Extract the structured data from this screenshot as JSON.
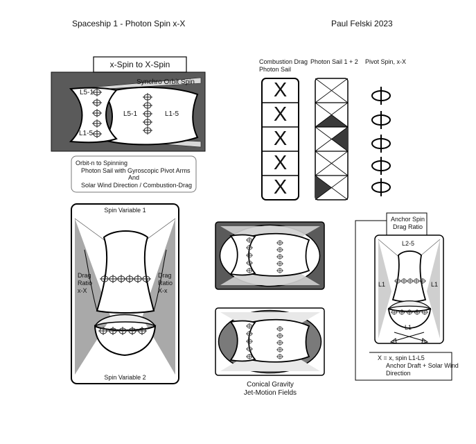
{
  "header": {
    "title": "Spaceship 1 - Photon Spin x-X",
    "author": "Paul Felski 2023"
  },
  "panel_top_left": {
    "heading": "x-Spin to X-Spin",
    "orbit_label": "Synchro Orbit Spin",
    "label_l51_left": "L5-1",
    "label_l15_left": "L1-5",
    "label_l51_mid": "L5-1",
    "label_l15_right": "L1-5",
    "caption_line1": "Orbit-n to Spinning",
    "caption_line2": "Photon Sail with Gyroscopic Pivot Arms",
    "caption_line3": "And",
    "caption_line4": "Solar Wind Direction / Combustion-Drag"
  },
  "panel_sails": {
    "combustion_line1": "Combustion Drag",
    "combustion_line2": "Photon Sail",
    "photon_sail": "Photon Sail 1 + 2",
    "pivot_spin": "Pivot Spin, x-X",
    "x_mark": "X"
  },
  "panel_spin_variable": {
    "top": "Spin Variable 1",
    "bottom": "Spin Variable 2",
    "left_line1": "Drag",
    "left_line2": "Ratio",
    "left_line3": "x-X",
    "right_line1": "Drag",
    "right_line2": "Ratio",
    "right_line3": "X-x"
  },
  "panel_conical": {
    "line1": "Conical Gravity",
    "line2": "Jet-Motion Fields"
  },
  "panel_anchor": {
    "heading_line1": "Anchor Spin",
    "heading_line2": "Drag Ratio",
    "top_label": "L2-5",
    "left_label": "L1",
    "right_label": "L1",
    "bottom_label": "L1",
    "note_line1": "X = x, spin L1-L5",
    "note_line2": "Anchor Draft + Solar Wind",
    "note_line3": "Direction"
  }
}
